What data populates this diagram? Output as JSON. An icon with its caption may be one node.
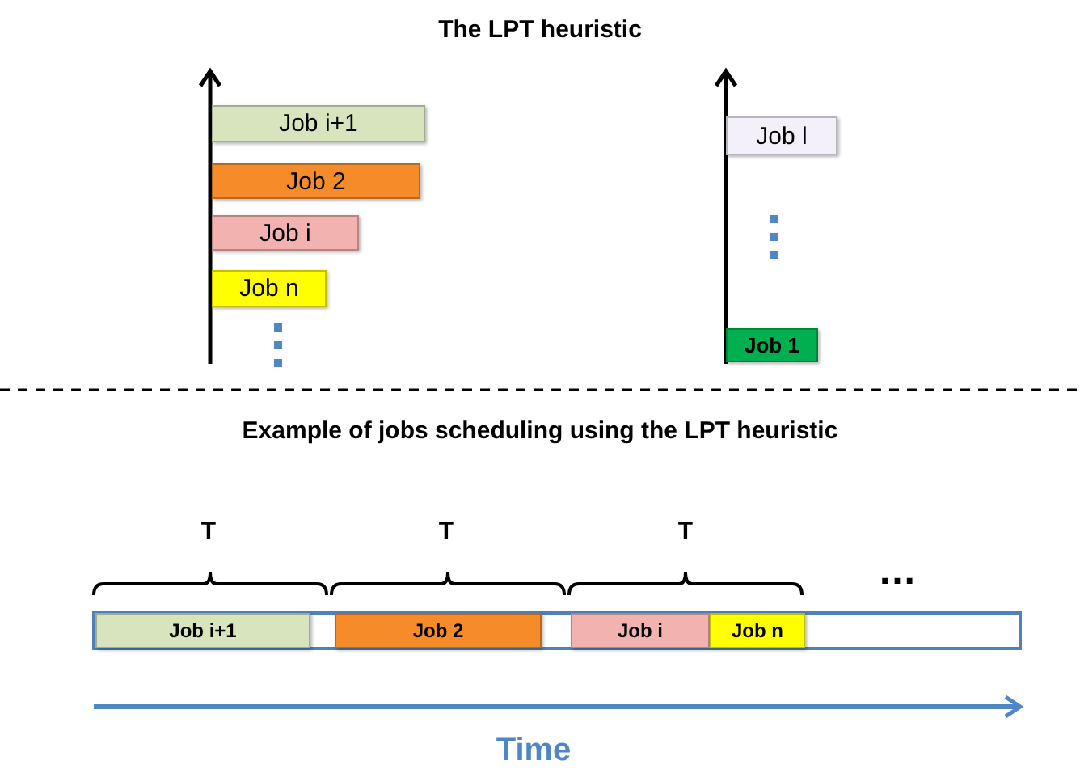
{
  "diagram": {
    "title": "The LPT heuristic",
    "nodes": [
      {
        "text": [
          "Job i+1"
        ]
      },
      {
        "text": [
          "Job 2"
        ]
      },
      {
        "text": [
          "Job i"
        ]
      },
      {
        "text": [
          "Job n"
        ]
      },
      {
        "text": [
          "Job l"
        ]
      },
      {
        "text": [
          "Job 1"
        ]
      },
      {
        "text": [],
        "shape": "bar"
      },
      {
        "text": [
          "Job i+1"
        ],
        "in": 6
      },
      {
        "text": [
          "Job 2"
        ],
        "in": 6
      },
      {
        "text": [
          "Job i"
        ],
        "in": 6
      },
      {
        "text": [
          "Job n"
        ],
        "in": 6
      }
    ],
    "labels": [
      "Example of jobs scheduling using the LPT heuristic",
      "T",
      "T",
      "T",
      "…",
      "Time"
    ]
  }
}
